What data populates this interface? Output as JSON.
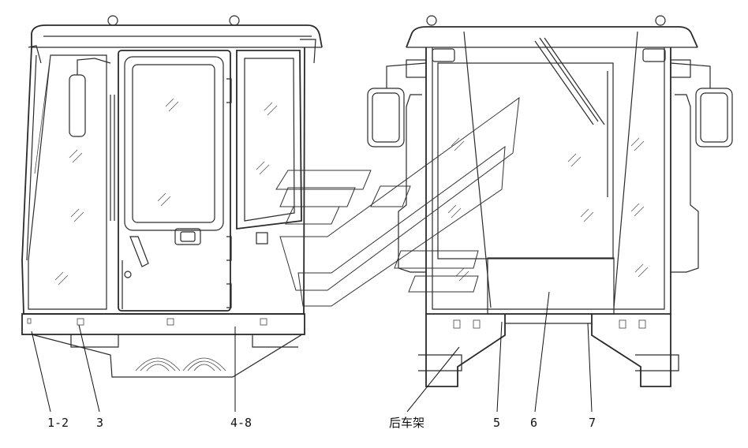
{
  "labels": {
    "part_1_2": "1-2",
    "part_3": "3",
    "part_4_8": "4-8",
    "rear_frame": "后车架",
    "part_5": "5",
    "part_6": "6",
    "part_7": "7"
  },
  "colors": {
    "line": "#2a2a2a",
    "background": "#ffffff"
  }
}
